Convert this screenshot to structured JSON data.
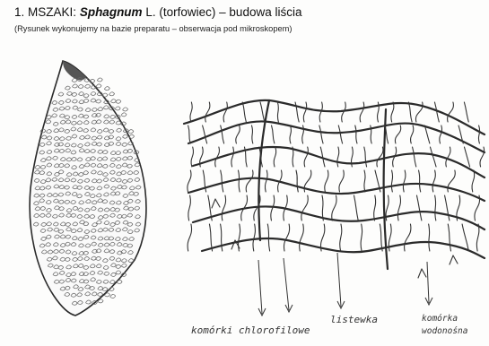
{
  "header": {
    "num": "1.",
    "group": "MSZAKI:",
    "genus": "Sphagnum",
    "author": "L.",
    "common": "(torfowiec)",
    "dash": "–",
    "topic": "budowa liścia",
    "subtitle": "(Rysunek wykonujemy na bazie preparatu – obserwacja pod mikroskopem)"
  },
  "labels": {
    "chlorophyll_cells": "komórki chlorofilowe",
    "ridge": "listewka",
    "water_cells_line1": "komórka",
    "water_cells_line2": "wodonośna"
  },
  "colors": {
    "ink": "#2a2a2a",
    "paper": "#fdfdfc"
  }
}
